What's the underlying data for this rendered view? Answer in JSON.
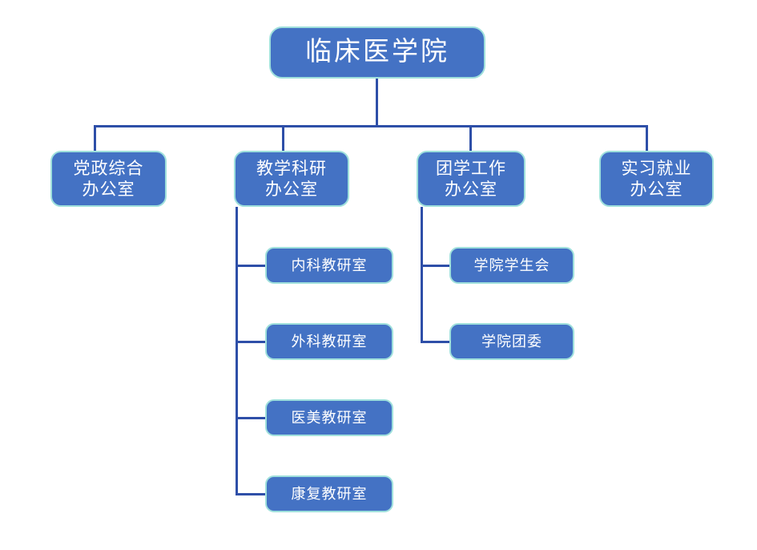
{
  "chart_data": {
    "type": "diagram",
    "subtype": "organizational-chart",
    "title": "",
    "orientation": "top-down",
    "colors": {
      "node_fill": "#4472C4",
      "node_border": "#9FE0DC",
      "node_text": "#FFFFFF",
      "connector": "#2E4FA8",
      "background": "#FFFFFF"
    },
    "nodes": [
      {
        "id": "root",
        "label": "临床医学院",
        "level": 0
      },
      {
        "id": "d1",
        "label": "党政综合\n办公室",
        "level": 1,
        "parent": "root"
      },
      {
        "id": "d2",
        "label": "教学科研\n办公室",
        "level": 1,
        "parent": "root"
      },
      {
        "id": "d3",
        "label": "团学工作\n办公室",
        "level": 1,
        "parent": "root"
      },
      {
        "id": "d4",
        "label": "实习就业\n办公室",
        "level": 1,
        "parent": "root"
      },
      {
        "id": "s1",
        "label": "内科教研室",
        "level": 2,
        "parent": "d2"
      },
      {
        "id": "s2",
        "label": "外科教研室",
        "level": 2,
        "parent": "d2"
      },
      {
        "id": "s3",
        "label": "医美教研室",
        "level": 2,
        "parent": "d2"
      },
      {
        "id": "s4",
        "label": "康复教研室",
        "level": 2,
        "parent": "d2"
      },
      {
        "id": "s5",
        "label": "学院学生会",
        "level": 2,
        "parent": "d3"
      },
      {
        "id": "s6",
        "label": "学院团委",
        "level": 2,
        "parent": "d3"
      }
    ],
    "edges": [
      {
        "from": "root",
        "to": "d1"
      },
      {
        "from": "root",
        "to": "d2"
      },
      {
        "from": "root",
        "to": "d3"
      },
      {
        "from": "root",
        "to": "d4"
      },
      {
        "from": "d2",
        "to": "s1"
      },
      {
        "from": "d2",
        "to": "s2"
      },
      {
        "from": "d2",
        "to": "s3"
      },
      {
        "from": "d2",
        "to": "s4"
      },
      {
        "from": "d3",
        "to": "s5"
      },
      {
        "from": "d3",
        "to": "s6"
      }
    ]
  },
  "root": {
    "label": "临床医学院"
  },
  "departments": [
    {
      "label": "党政综合\n办公室"
    },
    {
      "label": "教学科研\n办公室"
    },
    {
      "label": "团学工作\n办公室"
    },
    {
      "label": "实习就业\n办公室"
    }
  ],
  "teaching_units": [
    {
      "label": "内科教研室"
    },
    {
      "label": "外科教研室"
    },
    {
      "label": "医美教研室"
    },
    {
      "label": "康复教研室"
    }
  ],
  "student_units": [
    {
      "label": "学院学生会"
    },
    {
      "label": "学院团委"
    }
  ]
}
